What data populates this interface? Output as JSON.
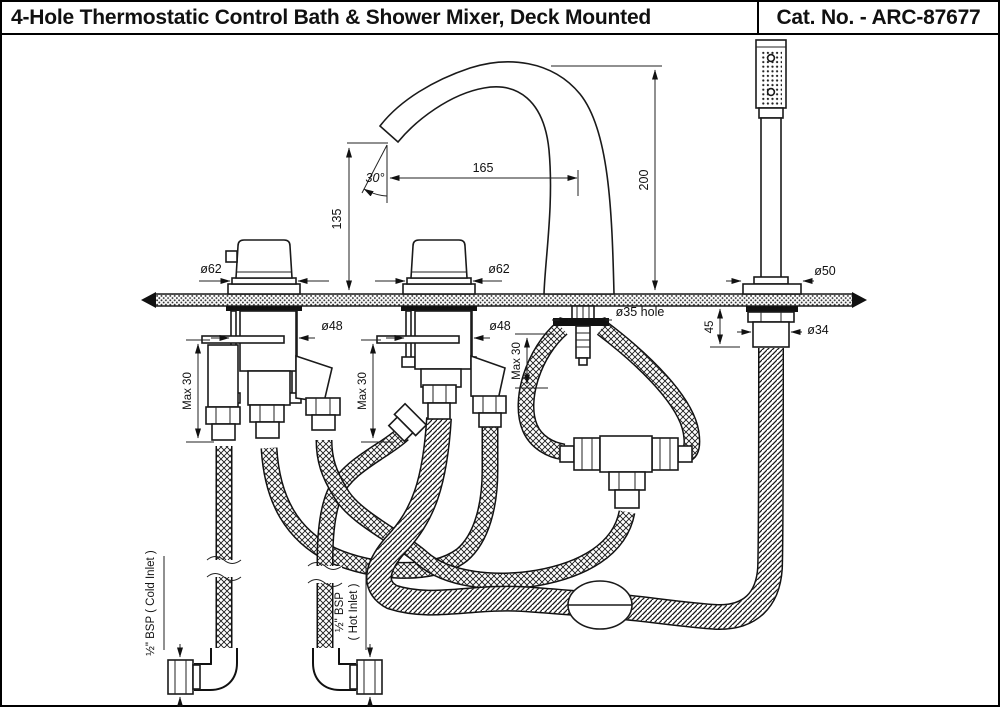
{
  "header": {
    "title": "4-Hole Thermostatic Control Bath & Shower Mixer, Deck Mounted",
    "cat_no": "Cat. No. - ARC-87677"
  },
  "drawing": {
    "dims": {
      "spout_height": "135",
      "spout_angle": "30°",
      "spout_reach": "165",
      "overall_height": "200",
      "handle_dia_left": "ø62",
      "handle_dia_right": "ø62",
      "valve_dia_left": "ø48",
      "valve_dia_right": "ø48",
      "deck_hole": "ø35 hole",
      "handshower_base_dia": "ø50",
      "shank_depth": "45",
      "shank_dia": "ø34",
      "max_deck_left": "Max 30",
      "max_deck_right": "Max 30",
      "max_deck_spout": "Max 30",
      "cold_inlet": "½\" BSP ( Cold Inlet )",
      "hot_inlet_line1": "½\" BSP",
      "hot_inlet_line2": "( Hot Inlet )"
    }
  },
  "colors": {
    "line": "#1a1a1a",
    "background": "#ffffff"
  }
}
